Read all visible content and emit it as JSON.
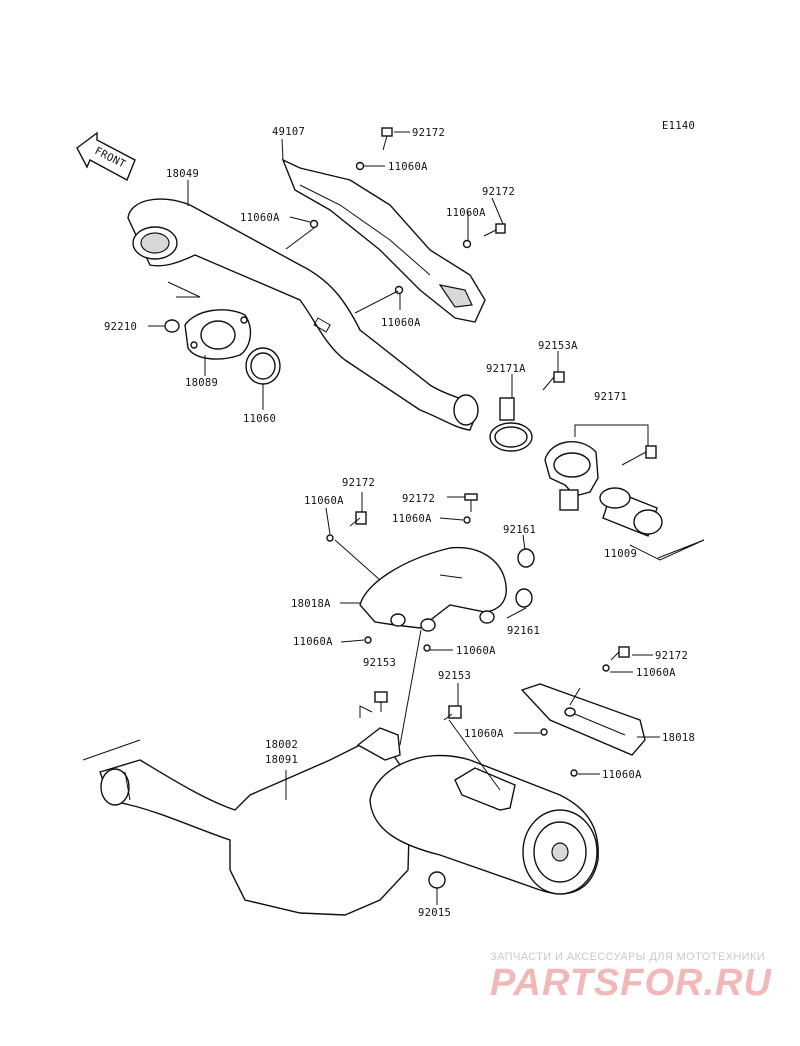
{
  "diagram_code": "E1140",
  "front_label": "FRONT",
  "labels": {
    "l18049": "18049",
    "l49107": "49107",
    "l92172_a": "92172",
    "l11060A_a": "11060A",
    "l92172_b": "92172",
    "l11060A_b": "11060A",
    "l11060A_c": "11060A",
    "l11060A_d": "11060A",
    "l92210": "92210",
    "l18089": "18089",
    "l11060": "11060",
    "l92153A": "92153A",
    "l92171A": "92171A",
    "l92171": "92171",
    "l11009": "11009",
    "l92172_c": "92172",
    "l11060A_e": "11060A",
    "l92172_d": "92172",
    "l11060A_f": "11060A",
    "l92161_a": "92161",
    "l18018A": "18018A",
    "l92161_b": "92161",
    "l11060A_g": "11060A",
    "l92153_a": "92153",
    "l11060A_h": "11060A",
    "l92172_e": "92172",
    "l11060A_i": "11060A",
    "l92153_b": "92153",
    "l11060A_j": "11060A",
    "l18018": "18018",
    "l11060A_k": "11060A",
    "l18002": "18002",
    "l18091": "18091",
    "l92015": "92015"
  },
  "watermark": {
    "tagline": "ЗАПЧАСТИ И АКСЕССУАРЫ ДЛЯ МОТОТЕХНИКИ",
    "logo": "PARTSFOR.RU"
  }
}
